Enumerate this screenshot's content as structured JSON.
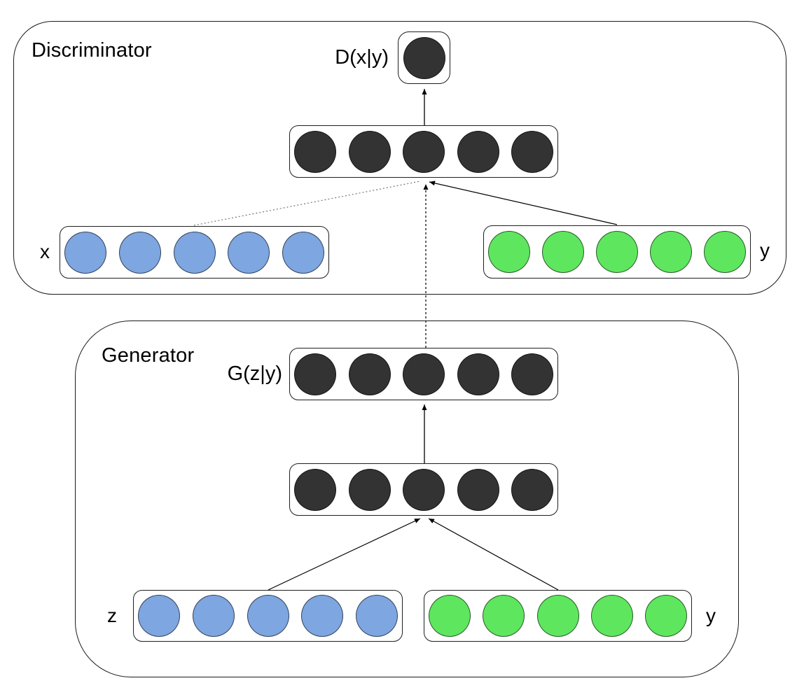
{
  "diagram": {
    "discriminator": {
      "label": "Discriminator",
      "output_label": "D(x|y)",
      "x_label": "x",
      "y_label": "y"
    },
    "generator": {
      "label": "Generator",
      "output_label": "G(z|y)",
      "z_label": "z",
      "y_label": "y"
    },
    "colors": {
      "node_dark": "#333333",
      "node_blue": "#7EA6E0",
      "node_green": "#5FE65F",
      "box_stroke": "#1a1a1a",
      "wire": "#000000",
      "wire_dotted": "#777777"
    },
    "layers": {
      "disc_output": {
        "nodes": 1,
        "color": "#333333"
      },
      "disc_hidden": {
        "nodes": 5,
        "color": "#333333"
      },
      "disc_input_x": {
        "nodes": 5,
        "color": "#7EA6E0"
      },
      "disc_input_y": {
        "nodes": 5,
        "color": "#5FE65F"
      },
      "gen_output": {
        "nodes": 5,
        "color": "#333333"
      },
      "gen_hidden": {
        "nodes": 5,
        "color": "#333333"
      },
      "gen_input_z": {
        "nodes": 5,
        "color": "#7EA6E0"
      },
      "gen_input_y": {
        "nodes": 5,
        "color": "#5FE65F"
      }
    },
    "edges": [
      {
        "from": "disc_hidden",
        "to": "disc_output",
        "style": "solid",
        "arrow": true
      },
      {
        "from": "disc_input_x",
        "to": "disc_hidden",
        "style": "dotted",
        "arrow": false
      },
      {
        "from": "disc_input_y",
        "to": "disc_hidden",
        "style": "solid",
        "arrow": true
      },
      {
        "from": "gen_output",
        "to": "disc_hidden",
        "style": "dotted",
        "arrow": true
      },
      {
        "from": "gen_hidden",
        "to": "gen_output",
        "style": "solid",
        "arrow": true
      },
      {
        "from": "gen_input_z",
        "to": "gen_hidden",
        "style": "solid",
        "arrow": true
      },
      {
        "from": "gen_input_y",
        "to": "gen_hidden",
        "style": "solid",
        "arrow": true
      }
    ]
  }
}
